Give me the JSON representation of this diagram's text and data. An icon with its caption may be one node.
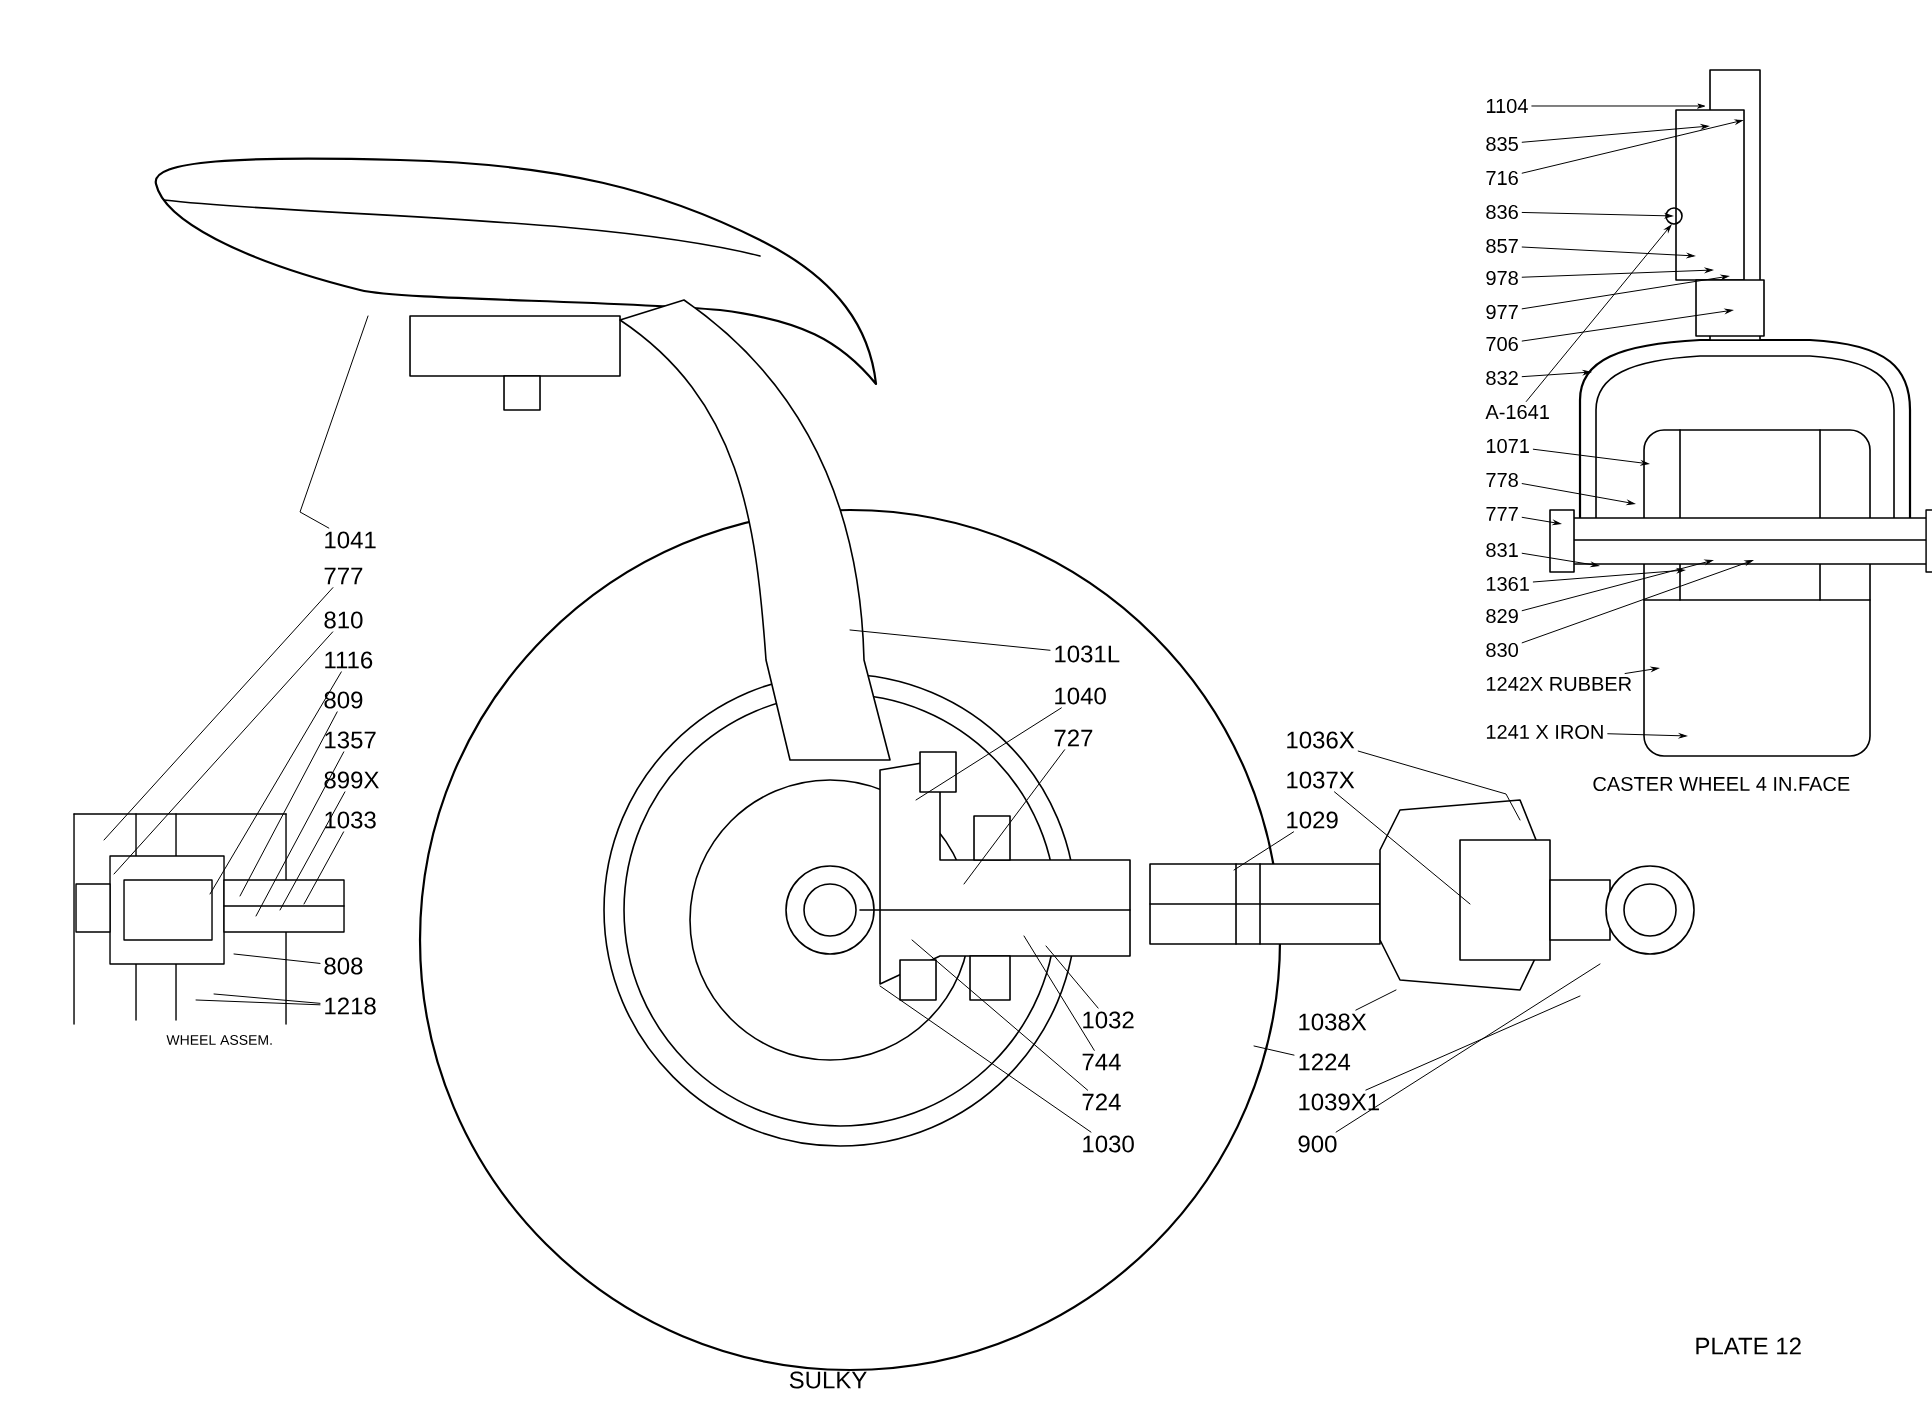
{
  "diagram": {
    "caption": "SULKY",
    "nodes": [
      {
        "text": [
          "1041"
        ]
      },
      {
        "text": [
          "777"
        ]
      },
      {
        "text": [
          "810"
        ]
      },
      {
        "text": [
          "1116"
        ]
      },
      {
        "text": [
          "809"
        ]
      },
      {
        "text": [
          "1357"
        ]
      },
      {
        "text": [
          "899X"
        ]
      },
      {
        "text": [
          "1033"
        ]
      },
      {
        "text": [
          "808"
        ]
      },
      {
        "text": [
          "1218"
        ]
      },
      {
        "text": [
          "1031L"
        ]
      },
      {
        "text": [
          "1040"
        ]
      },
      {
        "text": [
          "727"
        ]
      },
      {
        "text": [
          "1032"
        ]
      },
      {
        "text": [
          "744"
        ]
      },
      {
        "text": [
          "724"
        ]
      },
      {
        "text": [
          "1030"
        ]
      },
      {
        "text": [
          "1036X"
        ]
      },
      {
        "text": [
          "1037X"
        ]
      },
      {
        "text": [
          "1029"
        ]
      },
      {
        "text": [
          "1038X"
        ]
      },
      {
        "text": [
          "1224"
        ]
      },
      {
        "text": [
          "1039X1"
        ]
      },
      {
        "text": [
          "900"
        ]
      },
      {
        "text": [
          "1104"
        ]
      },
      {
        "text": [
          "835"
        ]
      },
      {
        "text": [
          "716"
        ]
      },
      {
        "text": [
          "836"
        ]
      },
      {
        "text": [
          "857"
        ]
      },
      {
        "text": [
          "978"
        ]
      },
      {
        "text": [
          "977"
        ]
      },
      {
        "text": [
          "706"
        ]
      },
      {
        "text": [
          "832"
        ]
      },
      {
        "text": [
          "A-1641"
        ]
      },
      {
        "text": [
          "1071"
        ]
      },
      {
        "text": [
          "778"
        ]
      },
      {
        "text": [
          "777"
        ]
      },
      {
        "text": [
          "831"
        ]
      },
      {
        "text": [
          "1361"
        ]
      },
      {
        "text": [
          "829"
        ]
      },
      {
        "text": [
          "830"
        ]
      },
      {
        "text": [
          "1242X RUBBER"
        ]
      },
      {
        "text": [
          "1241 X IRON"
        ]
      }
    ],
    "edges": [
      {
        "from": 0,
        "to": null,
        "arrow": "none"
      },
      {
        "from": 1,
        "to": null,
        "arrow": "none"
      },
      {
        "from": 2,
        "to": null,
        "arrow": "none"
      },
      {
        "from": 3,
        "to": null,
        "arrow": "none"
      },
      {
        "from": 4,
        "to": null,
        "arrow": "none"
      },
      {
        "from": 5,
        "to": null,
        "arrow": "none"
      },
      {
        "from": 6,
        "to": null,
        "arrow": "none"
      },
      {
        "from": 7,
        "to": null,
        "arrow": "none"
      },
      {
        "from": 8,
        "to": null,
        "arrow": "none"
      },
      {
        "from": 9,
        "to": null,
        "arrow": "none"
      },
      {
        "from": 10,
        "to": null,
        "arrow": "none"
      },
      {
        "from": 11,
        "to": null,
        "arrow": "none"
      },
      {
        "from": 12,
        "to": null,
        "arrow": "none"
      },
      {
        "from": 13,
        "to": null,
        "arrow": "none"
      },
      {
        "from": 14,
        "to": null,
        "arrow": "none"
      },
      {
        "from": 15,
        "to": null,
        "arrow": "none"
      },
      {
        "from": 16,
        "to": null,
        "arrow": "none"
      },
      {
        "from": 17,
        "to": null,
        "arrow": "none"
      },
      {
        "from": 18,
        "to": null,
        "arrow": "none"
      },
      {
        "from": 19,
        "to": null,
        "arrow": "none"
      },
      {
        "from": 20,
        "to": null,
        "arrow": "none"
      },
      {
        "from": 21,
        "to": null,
        "arrow": "none"
      },
      {
        "from": 22,
        "to": null,
        "arrow": "none"
      },
      {
        "from": 23,
        "to": null,
        "arrow": "none"
      },
      {
        "from": 24,
        "to": null,
        "arrow": "to"
      },
      {
        "from": 25,
        "to": null,
        "arrow": "to"
      },
      {
        "from": 26,
        "to": null,
        "arrow": "to"
      },
      {
        "from": 27,
        "to": null,
        "arrow": "to"
      },
      {
        "from": 28,
        "to": null,
        "arrow": "to"
      },
      {
        "from": 29,
        "to": null,
        "arrow": "to"
      },
      {
        "from": 30,
        "to": null,
        "arrow": "to"
      },
      {
        "from": 31,
        "to": null,
        "arrow": "to"
      },
      {
        "from": 32,
        "to": null,
        "arrow": "to"
      },
      {
        "from": 33,
        "to": null,
        "arrow": "to"
      },
      {
        "from": 34,
        "to": null,
        "arrow": "to"
      },
      {
        "from": 35,
        "to": null,
        "arrow": "to"
      },
      {
        "from": 36,
        "to": null,
        "arrow": "to"
      },
      {
        "from": 37,
        "to": null,
        "arrow": "to"
      },
      {
        "from": 38,
        "to": null,
        "arrow": "to"
      },
      {
        "from": 39,
        "to": null,
        "arrow": "to"
      },
      {
        "from": 40,
        "to": null,
        "arrow": "to"
      },
      {
        "from": 41,
        "to": null,
        "arrow": "to"
      },
      {
        "from": 42,
        "to": null,
        "arrow": "to"
      },
      {
        "from": 9,
        "to": null,
        "arrow": "none"
      }
    ],
    "labels": [
      "CASTER WHEEL 4 IN.FACE",
      "WHEEL ASSEM.",
      "PLATE 12"
    ]
  }
}
